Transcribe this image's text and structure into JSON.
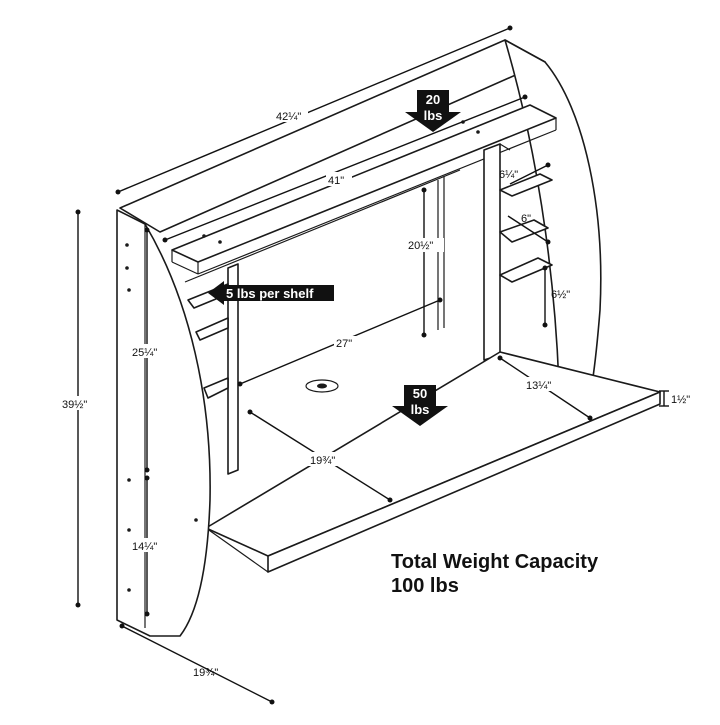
{
  "dimensions": {
    "overall_width": "42¼\"",
    "shelf_width": "41\"",
    "opening_width": "27\"",
    "opening_height": "20½\"",
    "shelf_spacing_top": "6¼\"",
    "shelf_spacing_mid": "6\"",
    "shelf_spacing_bottom": "6½\"",
    "right_depth": "13¼\"",
    "desk_thickness": "1½\"",
    "desk_depth": "19¾\"",
    "side_upper_height": "25¼\"",
    "side_lower_height": "14¼\"",
    "total_height": "39½\"",
    "side_depth": "19¾\""
  },
  "loads": {
    "top_shelf": [
      "20",
      "lbs"
    ],
    "per_shelf": "5 lbs per shelf",
    "desk": [
      "50",
      "lbs"
    ]
  },
  "capacity": {
    "line1": "Total Weight Capacity",
    "line2": "100 lbs"
  },
  "colors": {
    "line": "#1a1a1a",
    "arrow_fill": "#111111",
    "background": "#ffffff"
  }
}
